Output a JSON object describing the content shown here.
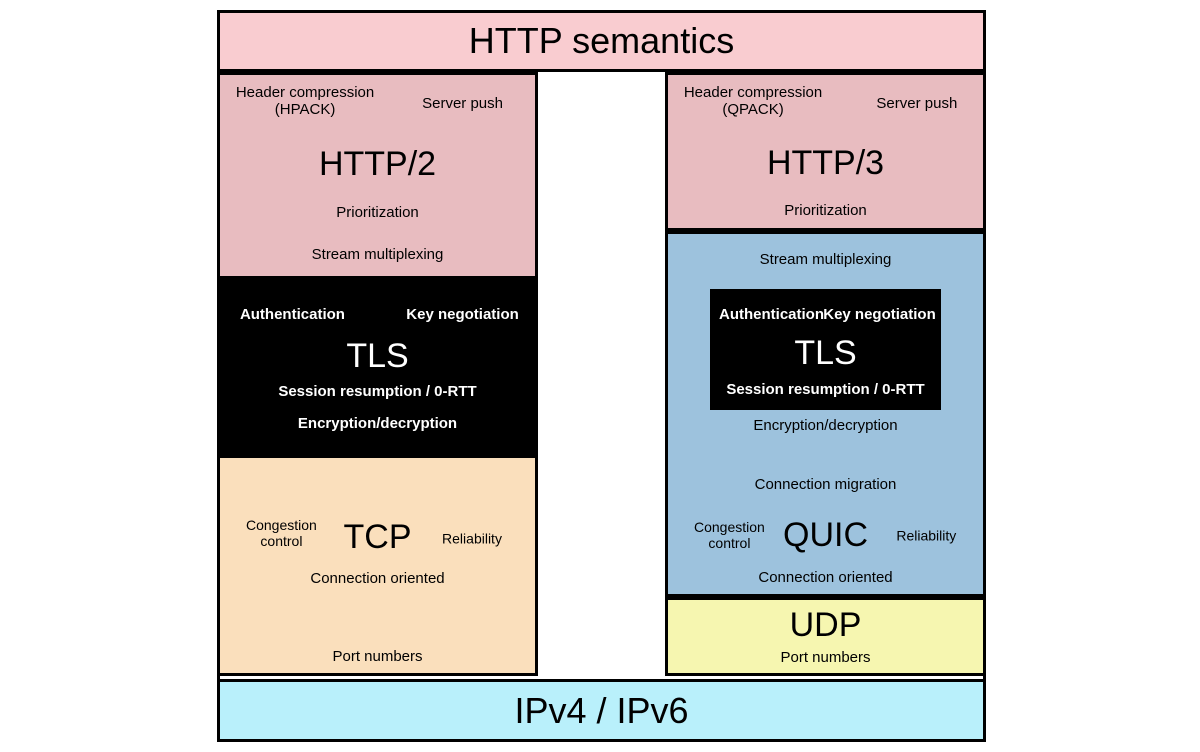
{
  "diagram": {
    "title": "HTTP/2 and HTTP/3 protocol stack comparison",
    "colors": {
      "http_semantics": "#f9ccd0",
      "http_version": "#e8bcc0",
      "tls": "#000000",
      "tcp": "#fadfbc",
      "quic": "#9dc2dd",
      "udp": "#f6f6b0",
      "ip": "#b9f0fb",
      "border": "#000000",
      "text_light": "#ffffff"
    }
  },
  "layers": {
    "semantics": {
      "name": "HTTP semantics"
    },
    "http2": {
      "name": "HTTP/2",
      "features": {
        "header_compression": "Header compression",
        "header_compression_algo": "(HPACK)",
        "server_push": "Server push",
        "prioritization": "Prioritization",
        "stream_multiplexing": "Stream multiplexing"
      }
    },
    "tls_left": {
      "name": "TLS",
      "features": {
        "authentication": "Authentication",
        "key_negotiation": "Key negotiation",
        "session_resumption": "Session resumption / 0-RTT",
        "encryption": "Encryption/decryption"
      }
    },
    "tcp": {
      "name": "TCP",
      "features": {
        "congestion_control_line1": "Congestion",
        "congestion_control_line2": "control",
        "reliability": "Reliability",
        "connection_oriented": "Connection oriented",
        "port_numbers": "Port numbers"
      }
    },
    "http3": {
      "name": "HTTP/3",
      "features": {
        "header_compression": "Header compression",
        "header_compression_algo": "(QPACK)",
        "server_push": "Server push",
        "prioritization": "Prioritization"
      }
    },
    "quic": {
      "name": "QUIC",
      "features": {
        "stream_multiplexing": "Stream multiplexing",
        "encryption": "Encryption/decryption",
        "connection_migration": "Connection migration",
        "congestion_control_line1": "Congestion",
        "congestion_control_line2": "control",
        "reliability": "Reliability",
        "connection_oriented": "Connection oriented"
      }
    },
    "tls_right": {
      "name": "TLS",
      "features": {
        "authentication": "Authentication",
        "key_negotiation": "Key negotiation",
        "session_resumption": "Session resumption / 0-RTT"
      }
    },
    "udp": {
      "name": "UDP",
      "features": {
        "port_numbers": "Port numbers"
      }
    },
    "ip": {
      "name": "IPv4  / IPv6"
    }
  }
}
